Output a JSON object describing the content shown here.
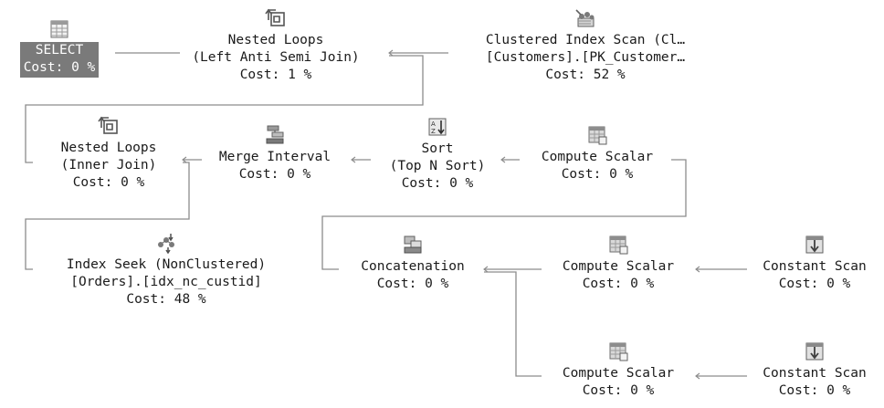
{
  "operators": {
    "select": {
      "icon": "select-icon",
      "lines": [
        "SELECT",
        "Cost: 0 %"
      ]
    },
    "nested_loops_anti": {
      "icon": "nested-loops-icon",
      "lines": [
        "Nested Loops",
        "(Left Anti Semi Join)",
        "Cost: 1 %"
      ]
    },
    "clustered_index_scan": {
      "icon": "clustered-index-scan-icon",
      "lines": [
        "Clustered Index Scan (Cl…",
        "[Customers].[PK_Customer…",
        "Cost: 52 %"
      ]
    },
    "nested_loops_inner": {
      "icon": "nested-loops-icon",
      "lines": [
        "Nested Loops",
        "(Inner Join)",
        "Cost: 0 %"
      ]
    },
    "merge_interval": {
      "icon": "merge-interval-icon",
      "lines": [
        "Merge Interval",
        "Cost: 0 %"
      ]
    },
    "sort": {
      "icon": "sort-icon",
      "lines": [
        "Sort",
        "(Top N Sort)",
        "Cost: 0 %"
      ]
    },
    "compute_scalar_1": {
      "icon": "compute-scalar-icon",
      "lines": [
        "Compute Scalar",
        "Cost: 0 %"
      ]
    },
    "index_seek": {
      "icon": "index-seek-icon",
      "lines": [
        "Index Seek (NonClustered)",
        "[Orders].[idx_nc_custid]",
        "Cost: 48 %"
      ]
    },
    "concatenation": {
      "icon": "concatenation-icon",
      "lines": [
        "Concatenation",
        "Cost: 0 %"
      ]
    },
    "compute_scalar_2": {
      "icon": "compute-scalar-icon",
      "lines": [
        "Compute Scalar",
        "Cost: 0 %"
      ]
    },
    "constant_scan_1": {
      "icon": "constant-scan-icon",
      "lines": [
        "Constant Scan",
        "Cost: 0 %"
      ]
    },
    "compute_scalar_3": {
      "icon": "compute-scalar-icon",
      "lines": [
        "Compute Scalar",
        "Cost: 0 %"
      ]
    },
    "constant_scan_2": {
      "icon": "constant-scan-icon",
      "lines": [
        "Constant Scan",
        "Cost: 0 %"
      ]
    }
  }
}
